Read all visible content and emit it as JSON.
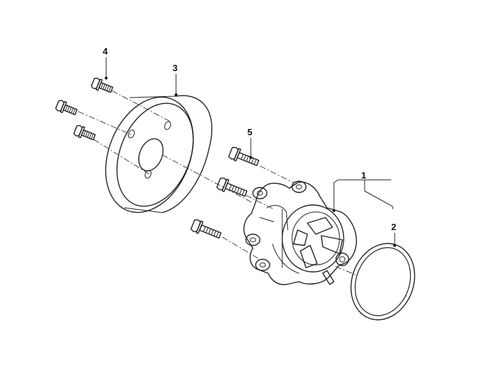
{
  "callouts": {
    "c1": "1",
    "c2": "2",
    "c3": "3",
    "c4": "4",
    "c5": "5"
  },
  "colors": {
    "highlight": "#f4e49a",
    "highlight_stroke": "#c9b54d",
    "line": "#222222"
  },
  "icons": {
    "bolt": "hex-flange-bolt-icon"
  }
}
